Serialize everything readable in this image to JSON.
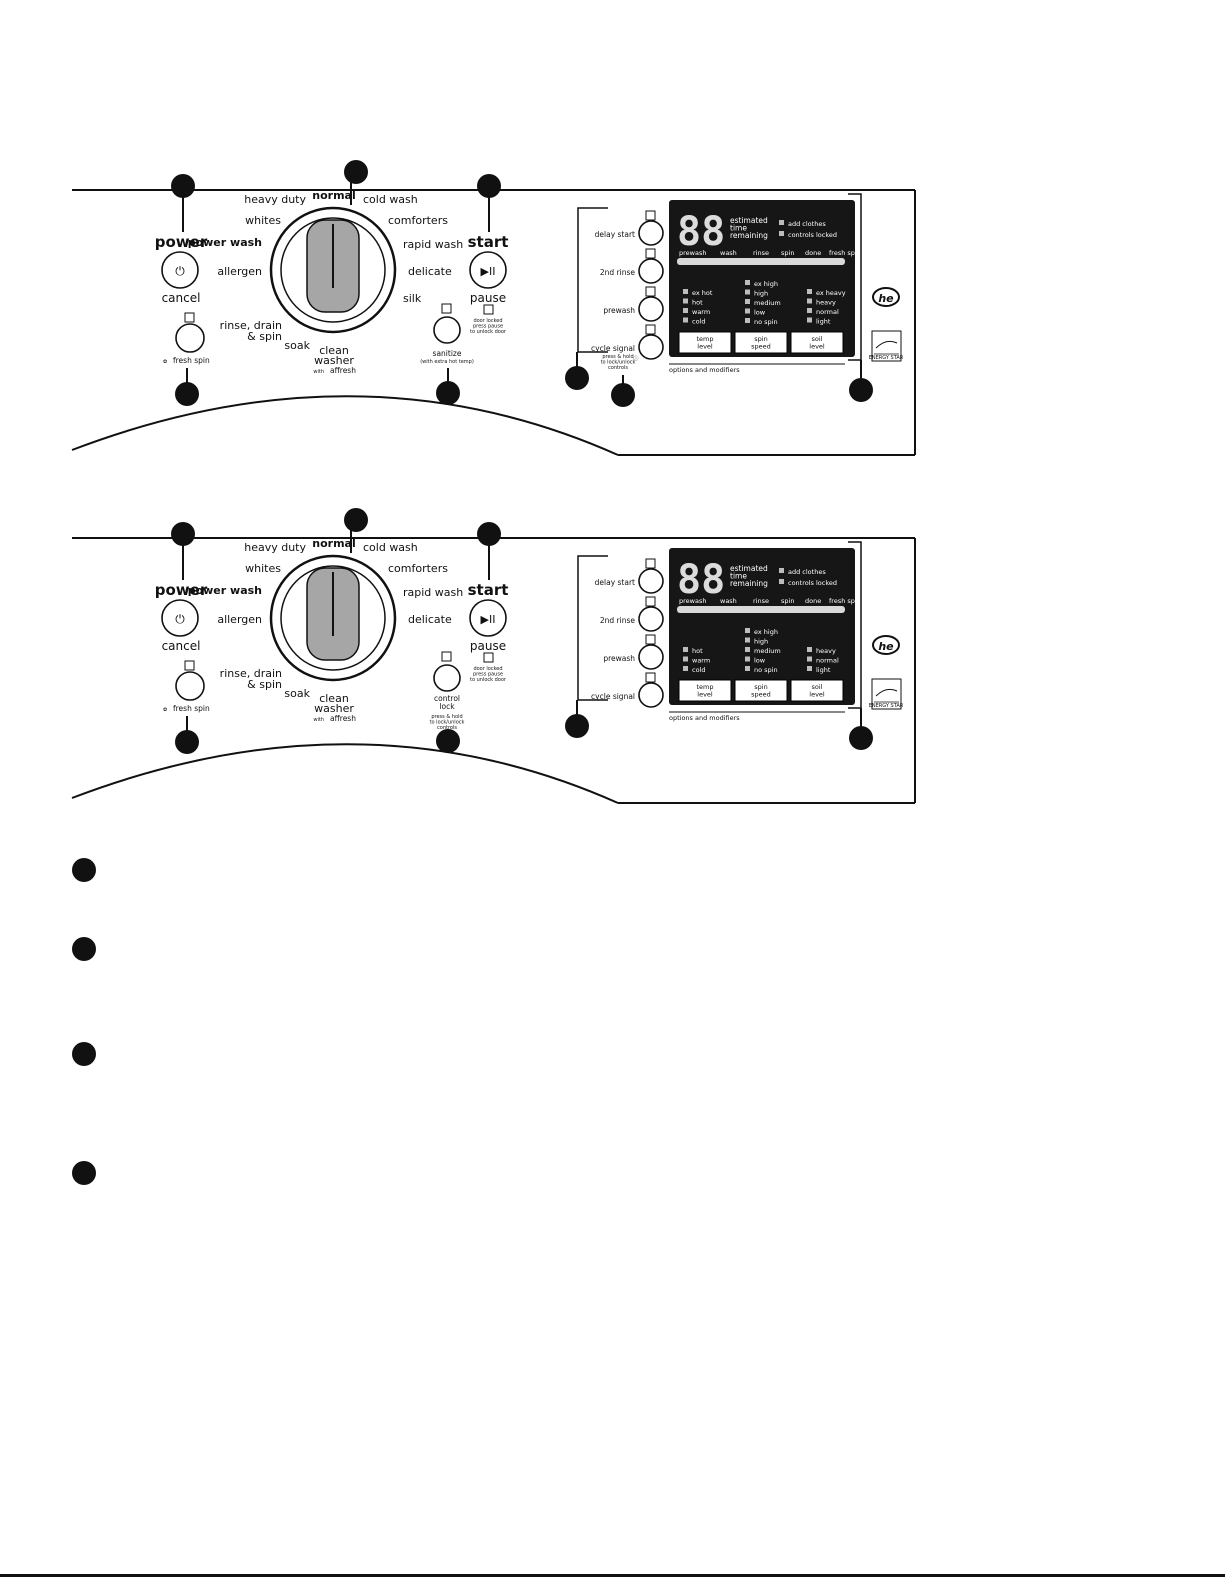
{
  "panels": [
    {
      "id": "top",
      "cycles": [
        "heavy duty",
        "normal",
        "cold wash",
        "whites",
        "comforters",
        "power wash",
        "rapid wash",
        "allergen",
        "delicate",
        "silk",
        "rinse, drain",
        "& spin",
        "soak",
        "clean",
        "washer",
        "with",
        "affresh"
      ],
      "power": {
        "title": "power",
        "cancel": "cancel",
        "fresh_spin": "fresh spin"
      },
      "start": {
        "title": "start",
        "pause": "pause",
        "door_note": [
          "door locked",
          "press pause",
          "to unlock door"
        ]
      },
      "mid_button": {
        "label": "sanitize",
        "sub": "(with extra hot temp)"
      },
      "options": [
        "delay start",
        "2nd rinse",
        "prewash",
        "cycle signal"
      ],
      "lock_note": [
        "press & hold",
        "to lock/unlock",
        "controls"
      ],
      "display": {
        "digits": "88",
        "time_label": [
          "estimated",
          "time",
          "remaining"
        ],
        "status": [
          "add clothes",
          "controls locked"
        ],
        "stages": [
          "prewash",
          "wash",
          "rinse",
          "spin",
          "done",
          "fresh spin"
        ],
        "temp": [
          "ex hot",
          "hot",
          "warm",
          "cold"
        ],
        "spin": [
          "ex high",
          "high",
          "medium",
          "low",
          "no spin"
        ],
        "soil": [
          "ex heavy",
          "heavy",
          "normal",
          "light"
        ],
        "buttons": [
          [
            "temp",
            "level"
          ],
          [
            "spin",
            "speed"
          ],
          [
            "soil",
            "level"
          ]
        ],
        "footer": "options and modifiers"
      },
      "energy_star": "ENERGY STAR"
    },
    {
      "id": "bottom",
      "cycles": [
        "heavy duty",
        "normal",
        "cold wash",
        "whites",
        "comforters",
        "power wash",
        "rapid wash",
        "allergen",
        "delicate",
        "rinse, drain",
        "& spin",
        "soak",
        "clean",
        "washer",
        "with",
        "affresh"
      ],
      "power": {
        "title": "power",
        "cancel": "cancel",
        "fresh_spin": "fresh spin"
      },
      "start": {
        "title": "start",
        "pause": "pause",
        "door_note": [
          "door locked",
          "press pause",
          "to unlock door"
        ]
      },
      "mid_button": {
        "label": [
          "control",
          "lock"
        ],
        "sub": [
          "press & hold",
          "to lock/unlock",
          "controls"
        ]
      },
      "options": [
        "delay start",
        "2nd rinse",
        "prewash",
        "cycle signal"
      ],
      "display": {
        "digits": "88",
        "time_label": [
          "estimated",
          "time",
          "remaining"
        ],
        "status": [
          "add clothes",
          "controls locked"
        ],
        "stages": [
          "prewash",
          "wash",
          "rinse",
          "spin",
          "done",
          "fresh spin"
        ],
        "temp": [
          "hot",
          "warm",
          "cold"
        ],
        "spin": [
          "ex high",
          "high",
          "medium",
          "low",
          "no spin"
        ],
        "soil": [
          "heavy",
          "normal",
          "light"
        ],
        "buttons": [
          [
            "temp",
            "level"
          ],
          [
            "spin",
            "speed"
          ],
          [
            "soil",
            "level"
          ]
        ],
        "footer": "options and modifiers"
      },
      "energy_star": "ENERGY STAR"
    }
  ],
  "colors": {
    "ink": "#111111",
    "knob": "#a6a6a6",
    "display": "#161616",
    "panel": "#ffffff"
  }
}
